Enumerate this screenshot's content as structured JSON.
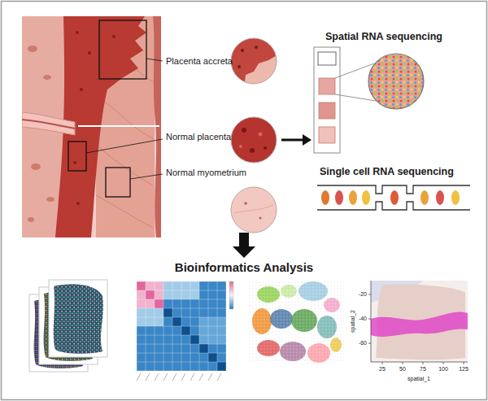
{
  "diagram": {
    "labels": [
      "Placenta accreta",
      "Normal placenta",
      "Normal myometrium",
      "Spatial RNA sequencing",
      "Single cell RNA sequencing",
      "Bioinformatics Analysis",
      "spatial_2",
      "spatial_1",
      "-20",
      "-40",
      "-60",
      "25",
      "50",
      "75",
      "100",
      "125"
    ]
  }
}
